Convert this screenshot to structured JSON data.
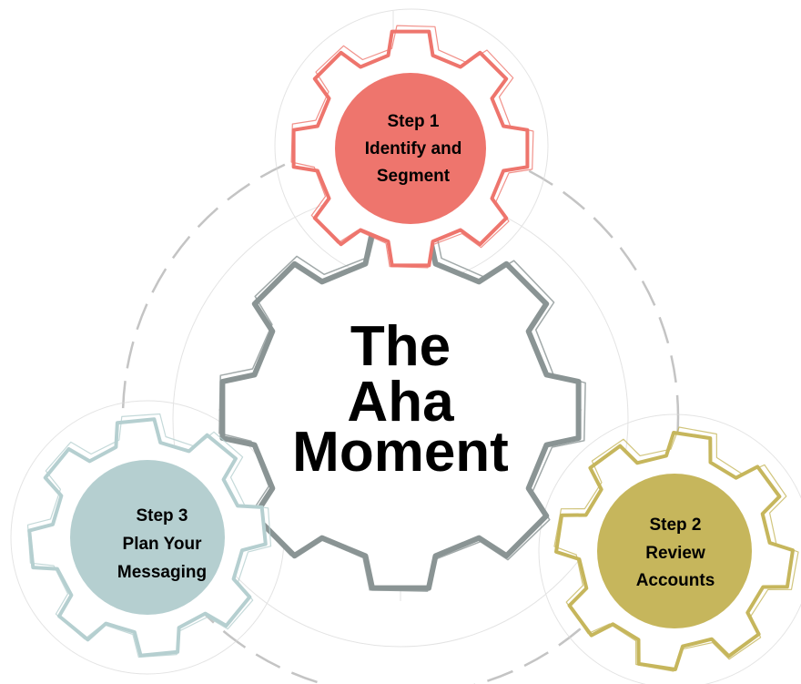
{
  "center": {
    "line1": "The",
    "line2": "Aha",
    "line3": "Moment"
  },
  "steps": [
    {
      "id": "step1",
      "lines": [
        "Step 1",
        "Identify and",
        "Segment"
      ],
      "color": "#ee756d"
    },
    {
      "id": "step2",
      "lines": [
        "Step 2",
        "Review",
        "Accounts"
      ],
      "color": "#c6b65c"
    },
    {
      "id": "step3",
      "lines": [
        "Step 3",
        "Plan Your",
        "Messaging"
      ],
      "color": "#b5cfd0"
    }
  ],
  "colors": {
    "center_gear": "#8a9494",
    "orbit": "#c4c4c4",
    "text": "#000000"
  }
}
